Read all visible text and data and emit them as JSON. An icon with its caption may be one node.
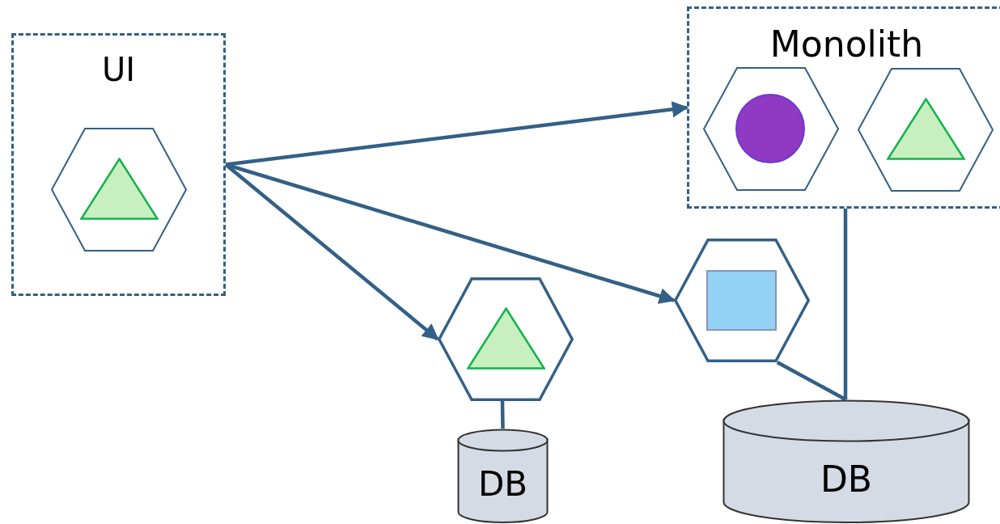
{
  "diagram": {
    "nodes": [
      {
        "text": [
          "UI"
        ]
      },
      {
        "text": [],
        "shape": "hexagon",
        "in": 0
      },
      {
        "text": [
          "Monolith"
        ]
      },
      {
        "text": [],
        "shape": "hexagon",
        "in": 2
      },
      {
        "text": [],
        "shape": "hexagon",
        "in": 2
      },
      {
        "text": [],
        "shape": "hexagon"
      },
      {
        "text": [],
        "shape": "hexagon"
      },
      {
        "text": [
          "DB"
        ]
      },
      {
        "text": [
          "DB"
        ]
      }
    ],
    "edges": [
      {
        "from": 0,
        "to": 2,
        "arrow": "to"
      },
      {
        "from": 0,
        "to": 5,
        "arrow": "to"
      },
      {
        "from": 0,
        "to": 6,
        "arrow": "to"
      },
      {
        "from": 5,
        "to": 7,
        "arrow": "none"
      },
      {
        "from": 6,
        "to": 8,
        "arrow": "none"
      },
      {
        "from": 2,
        "to": 8,
        "arrow": "none"
      }
    ]
  }
}
